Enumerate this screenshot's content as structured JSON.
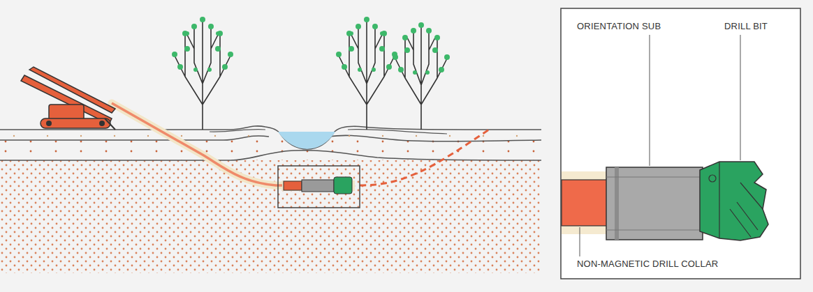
{
  "diagram": {
    "labels": [
      "ORIENTATION SUB",
      "DRILL BIT",
      "NON-MAGNETIC DRILL COLLAR"
    ]
  }
}
